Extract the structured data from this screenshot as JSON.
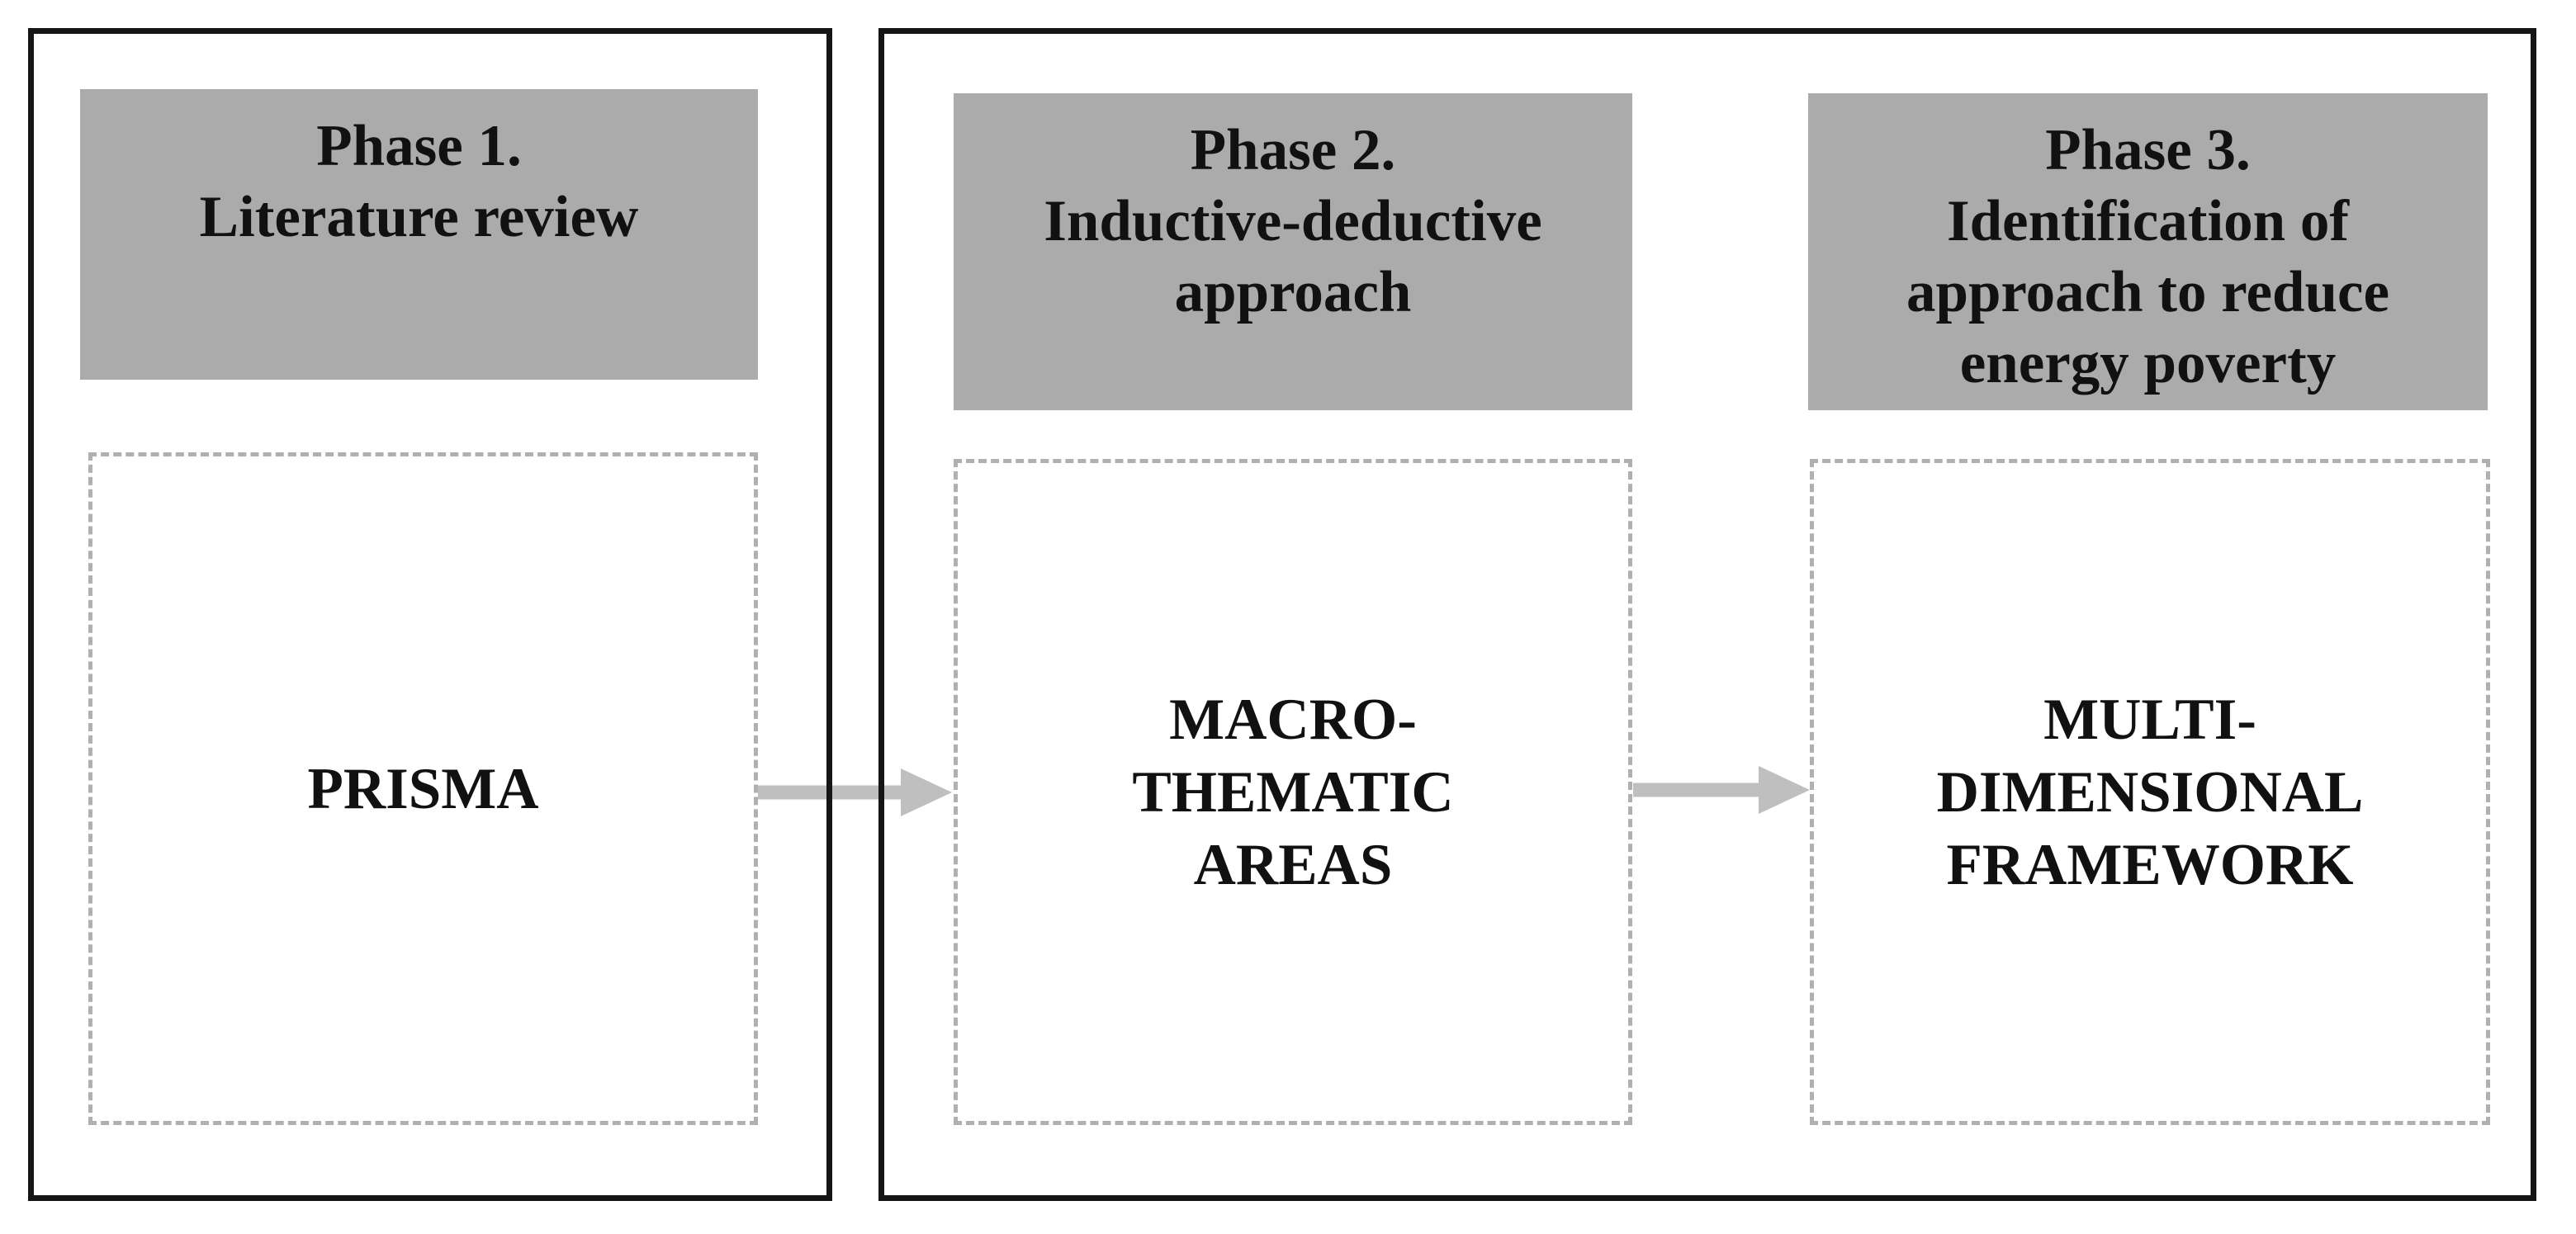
{
  "diagram": {
    "title_implicit": "Research methodology phases",
    "colors": {
      "background": "#ffffff",
      "outer_border": "#151515",
      "header_fill": "#ababab",
      "dashed_border": "#b0b0b0",
      "arrow_fill": "#bfbfbf",
      "text": "#111111"
    },
    "phases": [
      {
        "id": "phase-1",
        "header": "Phase 1.\nLiterature review",
        "body": "PRISMA"
      },
      {
        "id": "phase-2",
        "header": "Phase 2.\nInductive-deductive\napproach",
        "body": "MACRO-\nTHEMATIC\nAREAS"
      },
      {
        "id": "phase-3",
        "header": "Phase 3.\nIdentification of\napproach to reduce\nenergy poverty",
        "body": "MULTI-\nDIMENSIONAL\nFRAMEWORK"
      }
    ],
    "arrows": [
      {
        "from": "PRISMA",
        "to": "MACRO-THEMATIC AREAS"
      },
      {
        "from": "MACRO-THEMATIC AREAS",
        "to": "MULTI-DIMENSIONAL FRAMEWORK"
      }
    ]
  }
}
